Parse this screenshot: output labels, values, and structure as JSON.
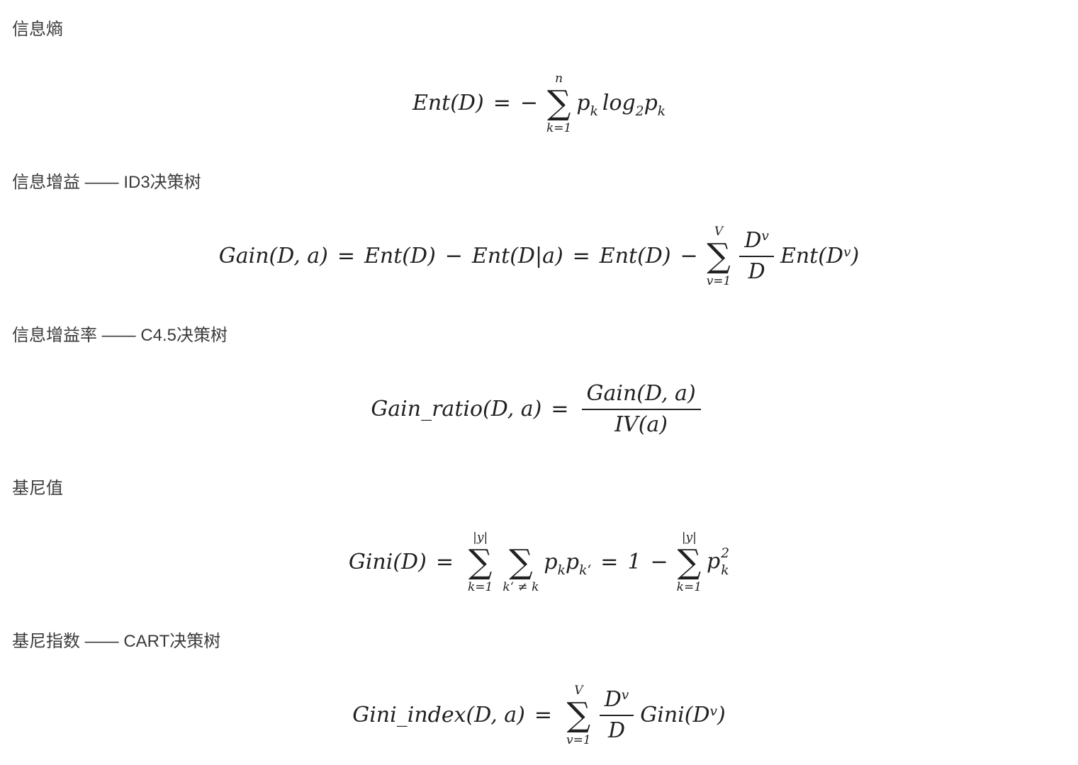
{
  "colors": {
    "background": "#ffffff",
    "heading": "#3b3b3b",
    "math": "#212121"
  },
  "sections": [
    {
      "heading": "信息熵",
      "formula": {
        "lhs": "Ent(D)",
        "eq": "=",
        "minus": "−",
        "sum": {
          "top": "n",
          "sigma": "∑",
          "bot": "k=1"
        },
        "p1": "p",
        "p1sub": "k",
        "log": "log",
        "logsub": "2",
        "p2": "p",
        "p2sub": "k"
      }
    },
    {
      "heading": "信息增益 —— ID3决策树",
      "formula": {
        "lhs": "Gain(D, a)",
        "eq1": "=",
        "ent1": "Ent(D)",
        "minus1": "−",
        "ent2": "Ent(D|a)",
        "eq2": "=",
        "ent3": "Ent(D)",
        "minus2": "−",
        "sum": {
          "top": "V",
          "sigma": "∑",
          "bot": "v=1"
        },
        "frac": {
          "num_base": "D",
          "num_sup": "v",
          "den": "D"
        },
        "tail_open": "Ent(D",
        "tail_sup": "v",
        "tail_close": ")"
      }
    },
    {
      "heading": "信息增益率 —— C4.5决策树",
      "formula": {
        "lhs": "Gain_ratio(D, a)",
        "eq": "=",
        "frac": {
          "num": "Gain(D, a)",
          "den": "IV(a)"
        }
      }
    },
    {
      "heading": "基尼值",
      "formula": {
        "lhs": "Gini(D)",
        "eq1": "=",
        "sum1": {
          "top": "|y|",
          "sigma": "∑",
          "bot": "k=1"
        },
        "sum2": {
          "top": "",
          "sigma": "∑",
          "bot": "k‘ ≠ k"
        },
        "p1": "p",
        "p1sub": "k",
        "p2": "p",
        "p2sub": "k‘",
        "eq2": "=",
        "one": "1",
        "minus": "−",
        "sum3": {
          "top": "|y|",
          "sigma": "∑",
          "bot": "k=1"
        },
        "p3": "p",
        "p3sup": "2",
        "p3sub": "k"
      }
    },
    {
      "heading": "基尼指数 —— CART决策树",
      "formula": {
        "lhs": "Gini_index(D, a)",
        "eq": "=",
        "sum": {
          "top": "V",
          "sigma": "∑",
          "bot": "v=1"
        },
        "frac": {
          "num_base": "D",
          "num_sup": "v",
          "den": "D"
        },
        "tail_open": "Gini(D",
        "tail_sup": "v",
        "tail_close": ")"
      }
    }
  ]
}
